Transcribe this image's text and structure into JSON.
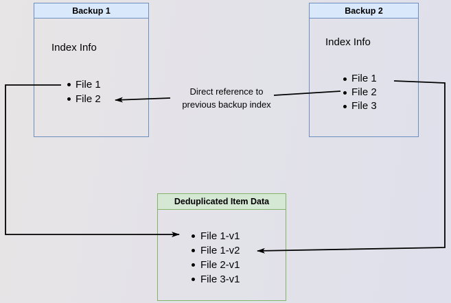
{
  "diagram": {
    "boxes": {
      "backup1": {
        "title": "Backup 1",
        "subtitle": "Index Info",
        "items": [
          "File 1",
          "File 2"
        ]
      },
      "backup2": {
        "title": "Backup 2",
        "subtitle": "Index Info",
        "items": [
          "File 1",
          "File 2",
          "File 3"
        ]
      },
      "dedup": {
        "title": "Deduplicated Item Data",
        "items": [
          "File 1-v1",
          "File 1-v2",
          "File 2-v1",
          "File 3-v1"
        ]
      }
    },
    "edges": {
      "direct_reference": {
        "from": "backup2.File 2",
        "to": "backup1.File 2",
        "label_line1": "Direct reference to",
        "label_line2": "previous backup index"
      },
      "backup1_file1": {
        "from": "backup1.File 1",
        "to": "dedup.File 1-v1"
      },
      "backup2_file1": {
        "from": "backup2.File 1",
        "to": "dedup.File 1-v2"
      }
    },
    "colors": {
      "blue_fill": "#dae8fc",
      "blue_border": "#6c8ebf",
      "green_fill": "#d5e8d4",
      "green_border": "#82b366",
      "arrow": "#000000",
      "text": "#000000"
    }
  }
}
